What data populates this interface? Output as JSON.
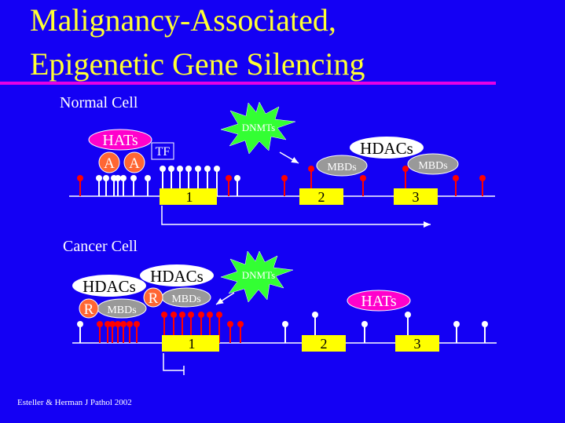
{
  "title": {
    "line1": "Malignancy-Associated,",
    "line2": "Epigenetic Gene Silencing"
  },
  "normal_cell": {
    "label": "Normal Cell",
    "hats": "HATs",
    "acetyl_a": "A",
    "tf": "TF",
    "dnmts": "DNMTs",
    "hdacs": "HDACs",
    "mbds": "MBDs",
    "exons": [
      "1",
      "2",
      "3"
    ]
  },
  "cancer_cell": {
    "label": "Cancer Cell",
    "hdacs": "HDACs",
    "repressor_r": "R",
    "mbds": "MBDs",
    "dnmts": "DNMTs",
    "hats": "HATs",
    "exons": [
      "1",
      "2",
      "3"
    ]
  },
  "citation": "Esteller  & Herman J Pathol 2002",
  "colors": {
    "background": "#1400f4",
    "title": "#ffff33",
    "rule": "#e600e6",
    "methylated": "#ff0000",
    "unmethylated": "#ffffff",
    "exon": "#ffff00",
    "hats": "#ff00cc",
    "acetyl": "#ff6633",
    "dnmts": "#33ff33",
    "mbds": "#999999"
  }
}
